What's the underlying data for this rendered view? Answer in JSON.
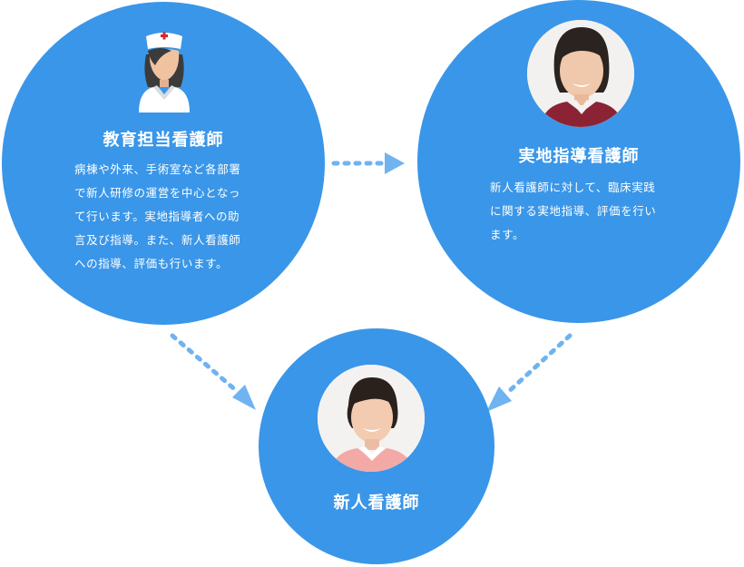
{
  "nodes": {
    "education": {
      "title": "教育担当看護師",
      "lines": [
        "病棟や外来、手術室など各部署",
        "で新人研修の運営を中心となっ",
        "て行います。実地指導者への助",
        "言及び指導。また、新人看護師",
        "への指導、評価も行います。"
      ],
      "icon": "nurse-icon"
    },
    "ojt": {
      "title": "実地指導看護師",
      "lines": [
        "新人看護師に対して、臨床実践",
        "に関する実地指導、評価を行い",
        "ます。"
      ],
      "photo": "nurse-photo"
    },
    "new_nurse": {
      "title": "新人看護師",
      "photo": "new-nurse-photo"
    }
  },
  "colors": {
    "circle": "#3a96e8",
    "arrow": "#6fb3f0",
    "text": "#ffffff"
  }
}
